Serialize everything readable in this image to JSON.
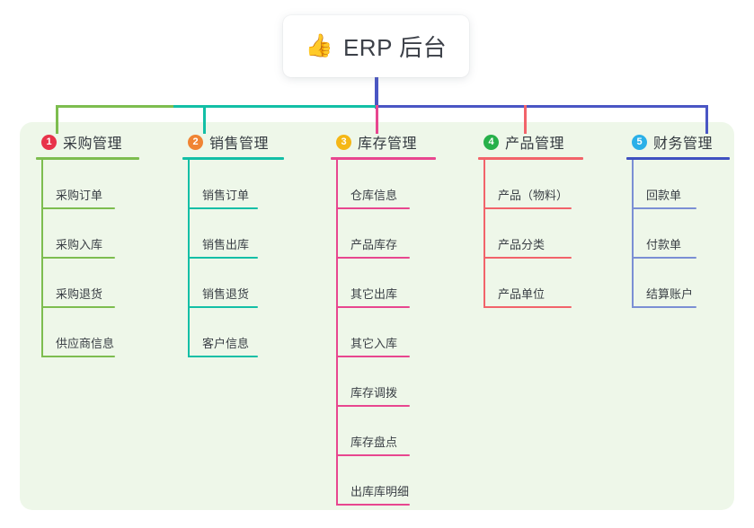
{
  "title": {
    "emoji": "👍",
    "emoji_name": "thumbs-up-icon",
    "text": "ERP 后台"
  },
  "panel": {
    "background": "#eef7e9"
  },
  "connectors": {
    "stem_color": "#4a56c4",
    "bus_segments": [
      "#7dbd4f",
      "#13bfa6",
      "#4a56c4"
    ]
  },
  "columns": [
    {
      "number": "1",
      "title": "采购管理",
      "badge_color": "#e8334a",
      "line_color": "#7dbd4f",
      "head_rule_width": 115,
      "item_rule_width": 82,
      "items": [
        "采购订单",
        "采购入库",
        "采购退货",
        "供应商信息"
      ]
    },
    {
      "number": "2",
      "title": "销售管理",
      "badge_color": "#f08433",
      "line_color": "#13bfa6",
      "head_rule_width": 113,
      "item_rule_width": 78,
      "items": [
        "销售订单",
        "销售出库",
        "销售退货",
        "客户信息"
      ]
    },
    {
      "number": "3",
      "title": "库存管理",
      "badge_color": "#f5b716",
      "line_color": "#e8468f",
      "head_rule_width": 117,
      "item_rule_width": 82,
      "items": [
        "仓库信息",
        "产品库存",
        "其它出库",
        "其它入库",
        "库存调拨",
        "库存盘点",
        "出库库明细"
      ]
    },
    {
      "number": "4",
      "title": "产品管理",
      "badge_color": "#27b04a",
      "line_color": "#f2636a",
      "head_rule_width": 117,
      "item_rule_width": 98,
      "items": [
        "产品（物料）",
        "产品分类",
        "产品单位"
      ]
    },
    {
      "number": "5",
      "title": "财务管理",
      "badge_color": "#2bb0e8",
      "line_color": "#7b8fd4",
      "head_rule_width": 115,
      "head_rule_color": "#3f51c0",
      "item_rule_width": 72,
      "items": [
        "回款单",
        "付款单",
        "结算账户"
      ]
    }
  ],
  "layout": {
    "col_left": [
      40,
      203,
      368,
      532,
      697
    ]
  }
}
